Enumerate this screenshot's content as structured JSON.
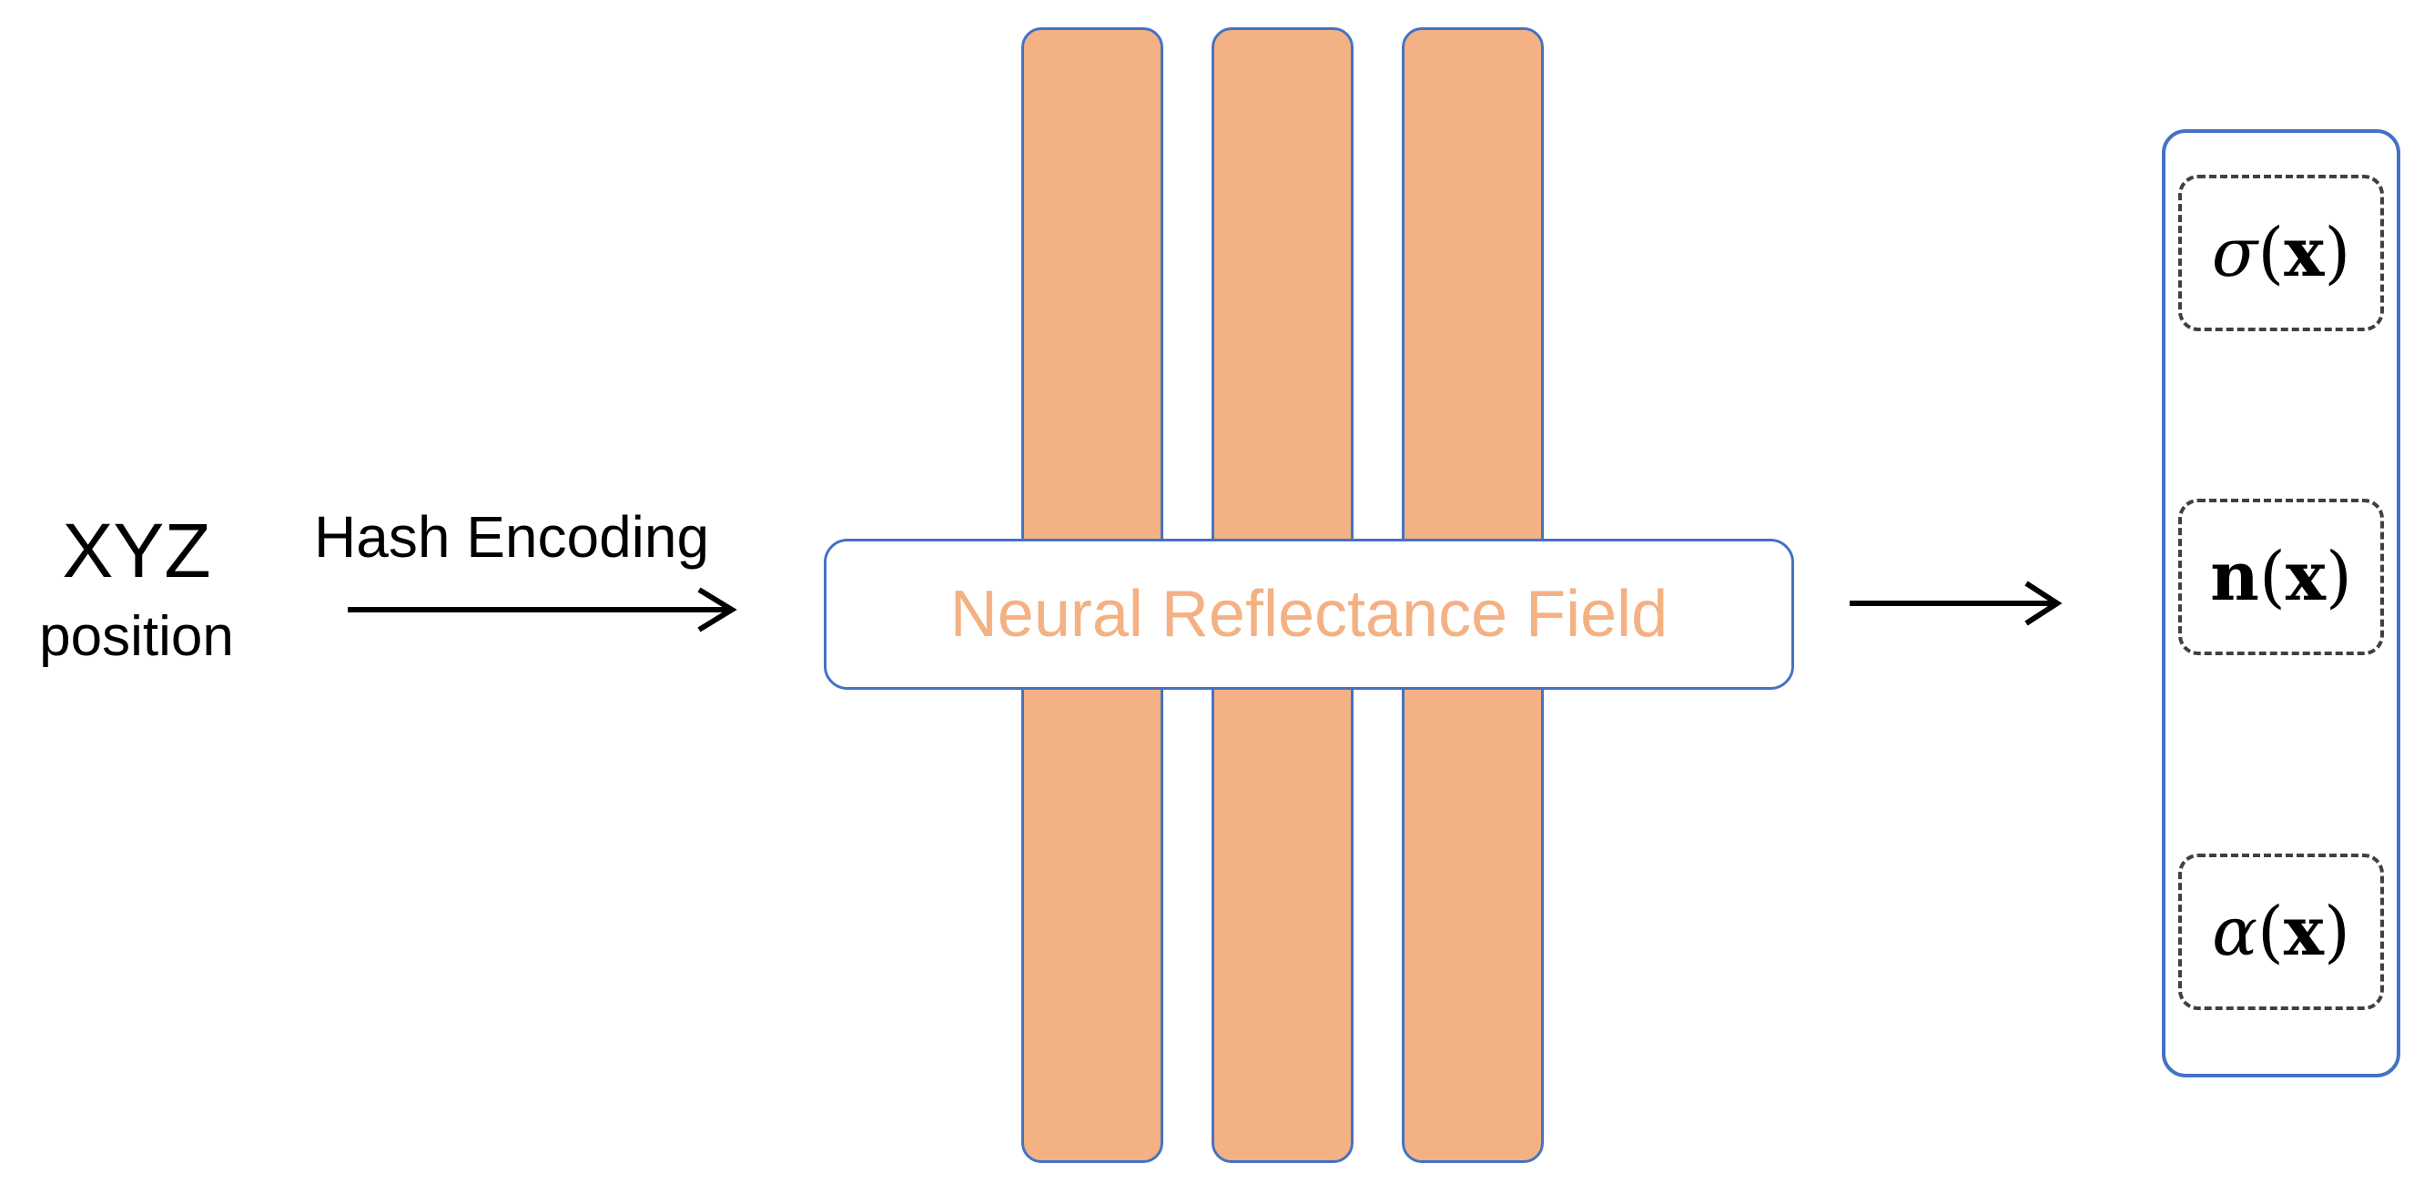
{
  "input": {
    "title": "XYZ",
    "subtitle": "position",
    "encoding_label": "Hash Encoding"
  },
  "network": {
    "label": "Neural Reflectance Field",
    "layer_color": "#f4b183",
    "border_color": "#4472c4"
  },
  "outputs": [
    {
      "symbol": "σ",
      "open": "(",
      "arg": "x",
      "close": ")"
    },
    {
      "symbol": "n",
      "open": "(",
      "arg": "x",
      "close": ")"
    },
    {
      "symbol": "α",
      "open": "(",
      "arg": "x",
      "close": ")"
    }
  ]
}
